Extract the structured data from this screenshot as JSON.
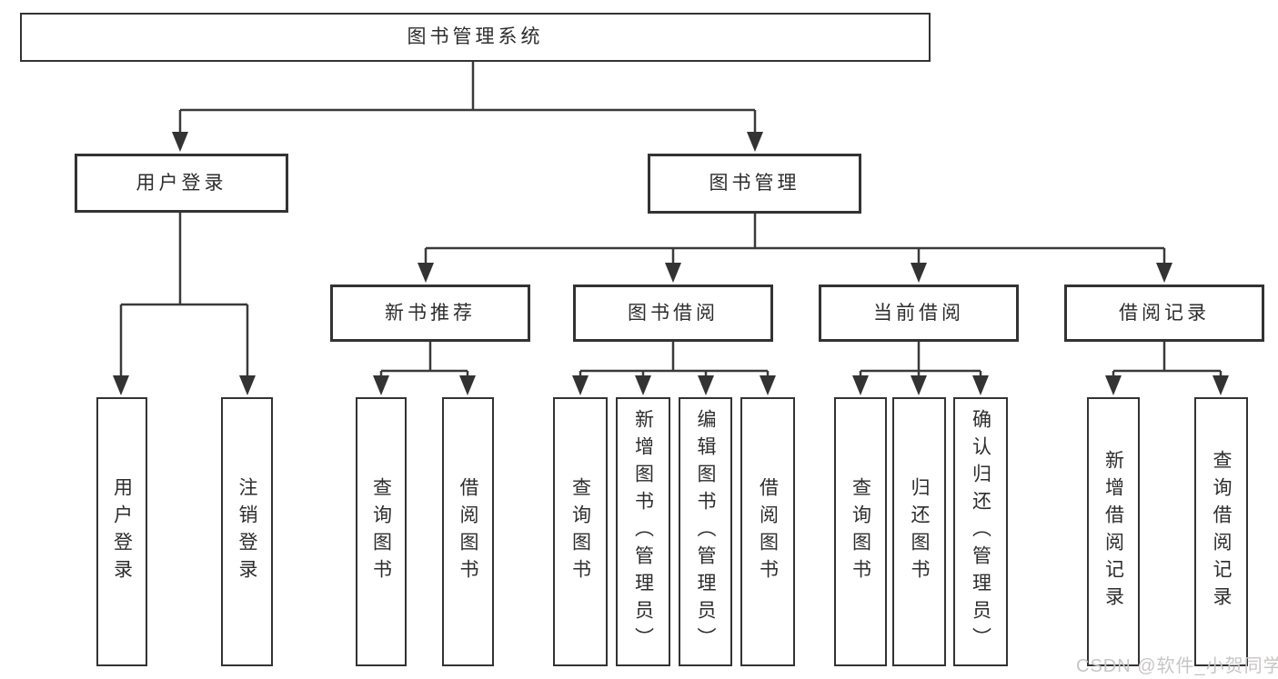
{
  "diagram": {
    "title": "图书管理系统",
    "watermark": "CSDN @软件_小贺同学",
    "colors": {
      "background": "#ffffff",
      "box_border": "#333333",
      "line": "#3a3a3a",
      "text": "#2d2d2d",
      "watermark_text": "#c8c5c5"
    },
    "nodes": [
      {
        "id": "root",
        "label": "图书管理系统",
        "level": "root",
        "orientation": "horizontal"
      },
      {
        "id": "user-login",
        "label": "用户登录",
        "level": "branch",
        "orientation": "horizontal"
      },
      {
        "id": "book-mgmt",
        "label": "图书管理",
        "level": "branch",
        "orientation": "horizontal"
      },
      {
        "id": "login-leaf",
        "label": "用户登录",
        "level": "leaf",
        "orientation": "vertical"
      },
      {
        "id": "logout-leaf",
        "label": "注销登录",
        "level": "leaf",
        "orientation": "vertical"
      },
      {
        "id": "new-book-rec",
        "label": "新书推荐",
        "level": "branch",
        "orientation": "horizontal"
      },
      {
        "id": "book-borrow",
        "label": "图书借阅",
        "level": "branch",
        "orientation": "horizontal"
      },
      {
        "id": "current-borrow",
        "label": "当前借阅",
        "level": "branch",
        "orientation": "horizontal"
      },
      {
        "id": "borrow-records",
        "label": "借阅记录",
        "level": "branch",
        "orientation": "horizontal"
      },
      {
        "id": "nbr-query",
        "label": "查询图书",
        "level": "leaf",
        "orientation": "vertical"
      },
      {
        "id": "nbr-borrow",
        "label": "借阅图书",
        "level": "leaf",
        "orientation": "vertical"
      },
      {
        "id": "bb-query",
        "label": "查询图书",
        "level": "leaf",
        "orientation": "vertical"
      },
      {
        "id": "bb-add",
        "label": "新增图书（管理员）",
        "level": "leaf",
        "orientation": "vertical"
      },
      {
        "id": "bb-edit",
        "label": "编辑图书（管理员）",
        "level": "leaf",
        "orientation": "vertical"
      },
      {
        "id": "bb-borrow",
        "label": "借阅图书",
        "level": "leaf",
        "orientation": "vertical"
      },
      {
        "id": "cb-query",
        "label": "查询图书",
        "level": "leaf",
        "orientation": "vertical"
      },
      {
        "id": "cb-return",
        "label": "归还图书",
        "level": "leaf",
        "orientation": "vertical"
      },
      {
        "id": "cb-confirm",
        "label": "确认归还（管理员）",
        "level": "leaf",
        "orientation": "vertical"
      },
      {
        "id": "br-add",
        "label": "新增借阅记录",
        "level": "leaf",
        "orientation": "vertical"
      },
      {
        "id": "br-query",
        "label": "查询借阅记录",
        "level": "leaf",
        "orientation": "vertical"
      }
    ],
    "edges": [
      [
        "root",
        "user-login"
      ],
      [
        "root",
        "book-mgmt"
      ],
      [
        "user-login",
        "login-leaf"
      ],
      [
        "user-login",
        "logout-leaf"
      ],
      [
        "book-mgmt",
        "new-book-rec"
      ],
      [
        "book-mgmt",
        "book-borrow"
      ],
      [
        "book-mgmt",
        "current-borrow"
      ],
      [
        "book-mgmt",
        "borrow-records"
      ],
      [
        "new-book-rec",
        "nbr-query"
      ],
      [
        "new-book-rec",
        "nbr-borrow"
      ],
      [
        "book-borrow",
        "bb-query"
      ],
      [
        "book-borrow",
        "bb-add"
      ],
      [
        "book-borrow",
        "bb-edit"
      ],
      [
        "book-borrow",
        "bb-borrow"
      ],
      [
        "current-borrow",
        "cb-query"
      ],
      [
        "current-borrow",
        "cb-return"
      ],
      [
        "current-borrow",
        "cb-confirm"
      ],
      [
        "borrow-records",
        "br-add"
      ],
      [
        "borrow-records",
        "br-query"
      ]
    ]
  }
}
